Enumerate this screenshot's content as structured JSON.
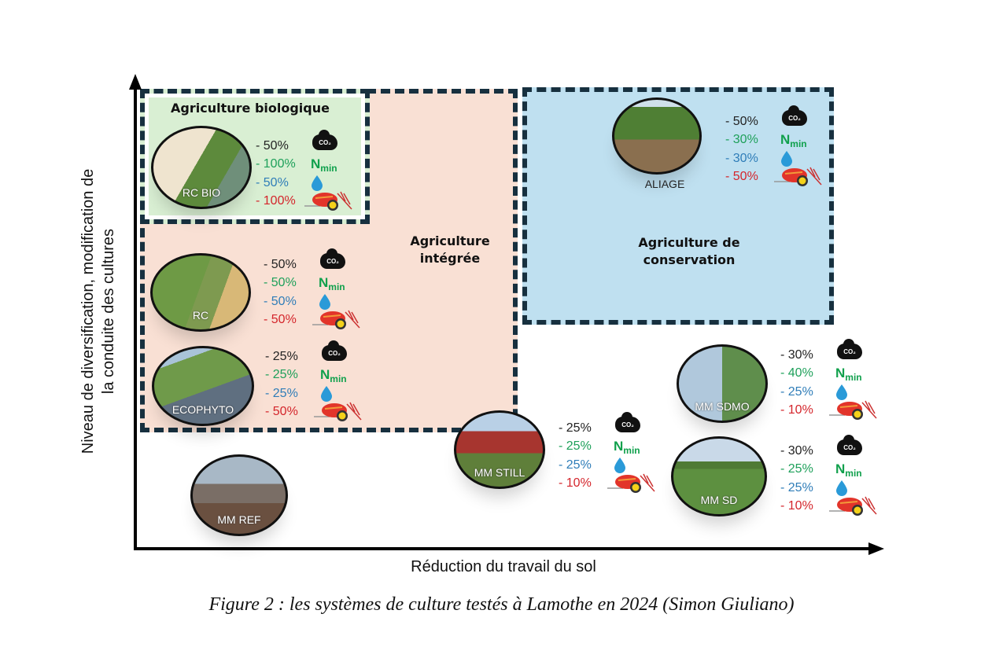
{
  "zones": {
    "bio": {
      "title": "Agriculture biologique",
      "color": "#d9efd3"
    },
    "integree": {
      "title_line1": "Agriculture",
      "title_line2": "intégrée",
      "color": "#f9e0d4"
    },
    "conservation": {
      "title_line1": "Agriculture de",
      "title_line2": "conservation",
      "color": "#bfe0f0"
    }
  },
  "icons": {
    "co2_label": "CO₂",
    "nmin_main": "N",
    "nmin_sub": "min"
  },
  "systems": [
    {
      "name": "RC BIO",
      "metrics": [
        "- 50%",
        "- 100%",
        "- 50%",
        "- 100%"
      ]
    },
    {
      "name": "RC",
      "metrics": [
        "- 50%",
        "- 50%",
        "- 50%",
        "- 50%"
      ]
    },
    {
      "name": "ECOPHYTO",
      "metrics": [
        "- 25%",
        "- 25%",
        "- 25%",
        "- 50%"
      ]
    },
    {
      "name": "ALIAGE",
      "metrics": [
        "- 50%",
        "- 30%",
        "- 30%",
        "- 50%"
      ]
    },
    {
      "name": "MM REF",
      "metrics": []
    },
    {
      "name": "MM STILL",
      "metrics": [
        "- 25%",
        "- 25%",
        "- 25%",
        "- 10%"
      ]
    },
    {
      "name": "MM SDMO",
      "metrics": [
        "- 30%",
        "- 40%",
        "- 25%",
        "- 10%"
      ]
    },
    {
      "name": "MM SD",
      "metrics": [
        "- 30%",
        "- 25%",
        "- 25%",
        "- 10%"
      ]
    }
  ],
  "axes": {
    "y_label_line1": "Niveau de diversification, modification de",
    "y_label_line2": "la conduite des cultures",
    "x_label": "Réduction du travail du sol"
  },
  "caption": "Figure 2 : les systèmes de culture testés à Lamothe en 2024 (Simon Giuliano)"
}
